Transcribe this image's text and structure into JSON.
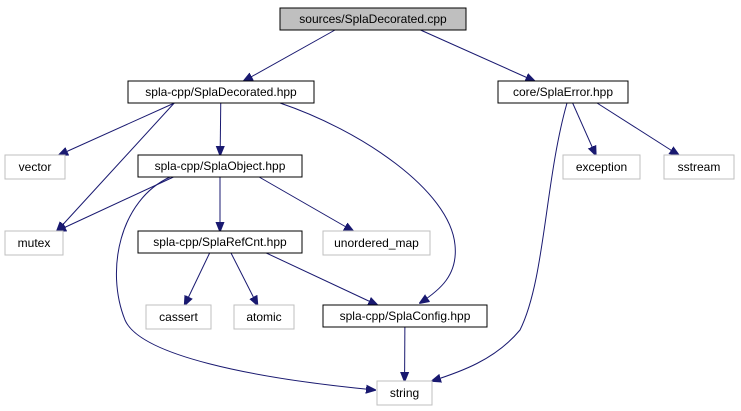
{
  "graph": {
    "title": "",
    "colors": {
      "edge": "#191970",
      "root_fill": "#bfbfbf",
      "internal_border": "#000000",
      "external_border": "#bfbfbf"
    },
    "nodes": [
      {
        "id": "root",
        "label": "sources/SplaDecorated.cpp",
        "kind": "root"
      },
      {
        "id": "decorated",
        "label": "spla-cpp/SplaDecorated.hpp",
        "kind": "internal"
      },
      {
        "id": "error",
        "label": "core/SplaError.hpp",
        "kind": "internal"
      },
      {
        "id": "vector",
        "label": "vector",
        "kind": "external"
      },
      {
        "id": "object",
        "label": "spla-cpp/SplaObject.hpp",
        "kind": "internal"
      },
      {
        "id": "exception",
        "label": "exception",
        "kind": "external"
      },
      {
        "id": "sstream",
        "label": "sstream",
        "kind": "external"
      },
      {
        "id": "mutex",
        "label": "mutex",
        "kind": "external"
      },
      {
        "id": "refcnt",
        "label": "spla-cpp/SplaRefCnt.hpp",
        "kind": "internal"
      },
      {
        "id": "umap",
        "label": "unordered_map",
        "kind": "external"
      },
      {
        "id": "cassert",
        "label": "cassert",
        "kind": "external"
      },
      {
        "id": "atomic",
        "label": "atomic",
        "kind": "external"
      },
      {
        "id": "config",
        "label": "spla-cpp/SplaConfig.hpp",
        "kind": "internal"
      },
      {
        "id": "string",
        "label": "string",
        "kind": "external"
      }
    ],
    "edges": [
      {
        "from": "root",
        "to": "decorated"
      },
      {
        "from": "root",
        "to": "error"
      },
      {
        "from": "decorated",
        "to": "vector"
      },
      {
        "from": "decorated",
        "to": "mutex"
      },
      {
        "from": "decorated",
        "to": "object"
      },
      {
        "from": "decorated",
        "to": "config"
      },
      {
        "from": "error",
        "to": "exception"
      },
      {
        "from": "error",
        "to": "sstream"
      },
      {
        "from": "error",
        "to": "string"
      },
      {
        "from": "object",
        "to": "mutex"
      },
      {
        "from": "object",
        "to": "refcnt"
      },
      {
        "from": "object",
        "to": "umap"
      },
      {
        "from": "object",
        "to": "string"
      },
      {
        "from": "refcnt",
        "to": "cassert"
      },
      {
        "from": "refcnt",
        "to": "atomic"
      },
      {
        "from": "refcnt",
        "to": "config"
      },
      {
        "from": "config",
        "to": "string"
      }
    ]
  }
}
